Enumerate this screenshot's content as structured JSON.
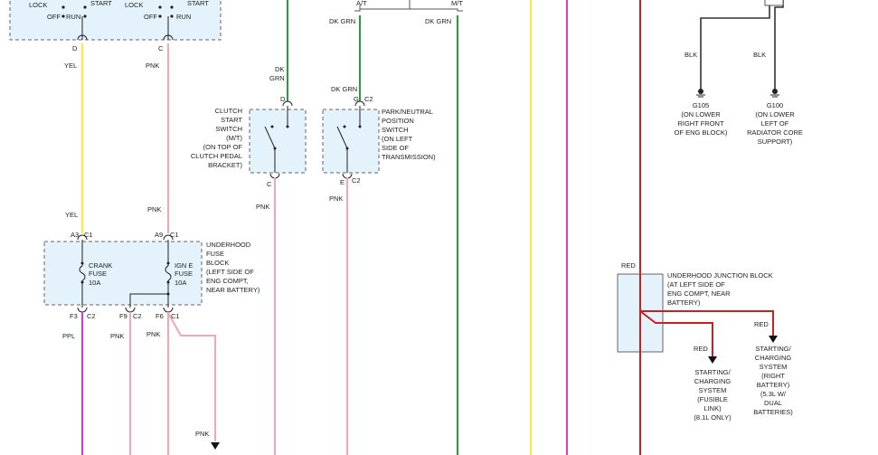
{
  "ignition": {
    "left": {
      "lock": "LOCK",
      "off": "OFF",
      "run": "RUN",
      "start": "START"
    },
    "right": {
      "lock": "LOCK",
      "off": "OFF",
      "run": "RUN",
      "start": "START"
    },
    "pin_d": "D",
    "pin_c": "C"
  },
  "wires": {
    "yel_1": "YEL",
    "pnk_1": "PNK",
    "dk_grn_1": "DK\nGRN",
    "dk_grn_2": "DK GRN",
    "dk_grn_3": "DK GRN",
    "dk_grn_4": "DK GRN",
    "at": "A/T",
    "mt": "M/T",
    "pnk_clutch": "PNK",
    "pnk_park": "PNK",
    "yel_2": "YEL",
    "pnk_2": "PNK",
    "ppl": "PPL",
    "pnk_f9": "PNK",
    "pnk_f6": "PNK",
    "pnk_arrow": "PNK",
    "blk_1": "BLK",
    "blk_2": "BLK",
    "red_1": "RED",
    "red_2": "RED",
    "red_3": "RED"
  },
  "clutch_switch": {
    "pin_top": "D",
    "pin_bottom": "C",
    "lines": [
      "CLUTCH",
      "START",
      "SWITCH",
      "(M/T)",
      "(ON TOP OF",
      "CLUTCH PEDAL",
      "BRACKET)"
    ]
  },
  "park_neutral_switch": {
    "pin_top": "G",
    "conn_top": "C2",
    "pin_bottom": "E",
    "conn_bottom": "C2",
    "lines": [
      "PARK/NEUTRAL",
      "POSITION",
      "SWITCH",
      "(ON LEFT",
      "SIDE OF",
      "TRANSMISSION)"
    ]
  },
  "fuse_block": {
    "pin_a3": "A3",
    "conn_a3": "C1",
    "pin_a9": "A9",
    "conn_a9": "C1",
    "pin_f3": "F3",
    "conn_f3": "C2",
    "pin_f9": "F9",
    "conn_f9": "C2",
    "pin_f6": "F6",
    "conn_f6": "C1",
    "crank_fuse": [
      "CRANK",
      "FUSE",
      "10A"
    ],
    "ign_fuse": [
      "IGN E",
      "FUSE",
      "10A"
    ],
    "lines": [
      "UNDERHOOD",
      "FUSE",
      "BLOCK",
      "(LEFT SIDE OF",
      "ENG COMPT,",
      "NEAR BATTERY)"
    ]
  },
  "grounds": {
    "g105": [
      "G105",
      "(ON LOWER",
      "RIGHT FRONT",
      "OF ENG BLOCK)"
    ],
    "g100": [
      "G100",
      "(ON LOWER",
      "LEFT OF",
      "RADIATOR CORE",
      "SUPPORT)"
    ]
  },
  "junction_block": {
    "lines": [
      "UNDERHOOD JUNCTION BLOCK",
      "(AT LEFT SIDE OF",
      "ENG COMPT, NEAR",
      "BATTERY)"
    ]
  },
  "destinations": {
    "fusible_link": [
      "STARTING/",
      "CHARGING",
      "SYSTEM",
      "(FUSIBLE",
      "LINK)",
      "(8.1L ONLY)"
    ],
    "right_battery": [
      "STARTING/",
      "CHARGING",
      "SYSTEM",
      "(RIGHT",
      "BATTERY)",
      "(5.3L W/",
      "DUAL",
      "BATTERIES)"
    ]
  },
  "colors": {
    "yellow": "#f5ef3a",
    "pink": "#f2a6b8",
    "purple": "#d63bd0",
    "green": "#2a9d3a",
    "red": "#cc1f1f",
    "black": "#333333",
    "box_fill": "#e3f2fb"
  }
}
